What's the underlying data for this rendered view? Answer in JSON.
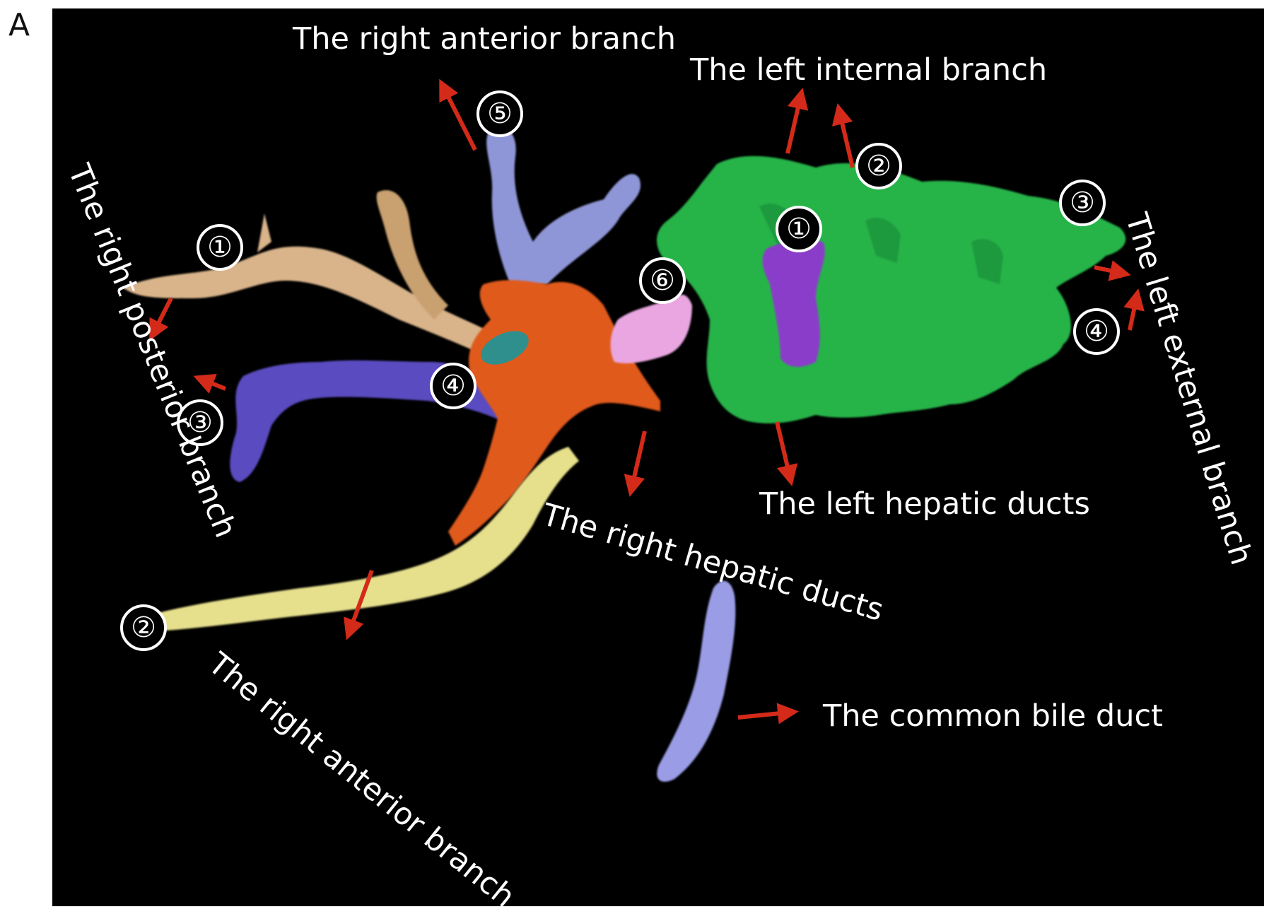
{
  "panel_letter": "A",
  "labels": {
    "right_anterior_top": "The right anterior branch",
    "left_internal": "The left internal branch",
    "right_posterior": "The right posterior branch",
    "left_external": "The left external branch",
    "left_hepatic": "The left hepatic ducts",
    "right_hepatic": "The right hepatic ducts",
    "right_anterior_bottom": "The right anterior branch",
    "common_bile": "The common bile duct"
  },
  "markers": {
    "m1_right": "①",
    "m2_right": "②",
    "m3_right": "③",
    "m4_right": "④",
    "m5_right": "⑤",
    "m6_right": "⑥",
    "m1_left": "①",
    "m2_left": "②",
    "m3_left": "③",
    "m4_left": "④"
  },
  "colors": {
    "background": "#000000",
    "arrow": "#d42a1a",
    "tan_branch": "#d9b48a",
    "periwinkle_branch": "#8f96d8",
    "indigo_branch": "#5a4bc0",
    "orange_hepatic": "#e05a1c",
    "pink_branch": "#e9a6e0",
    "teal_branch": "#2f8f8c",
    "yellow_branch": "#e6e08c",
    "green_left": "#27b44a",
    "purple_left": "#8a3cc8",
    "common_bile_duct": "#9a9de6"
  }
}
